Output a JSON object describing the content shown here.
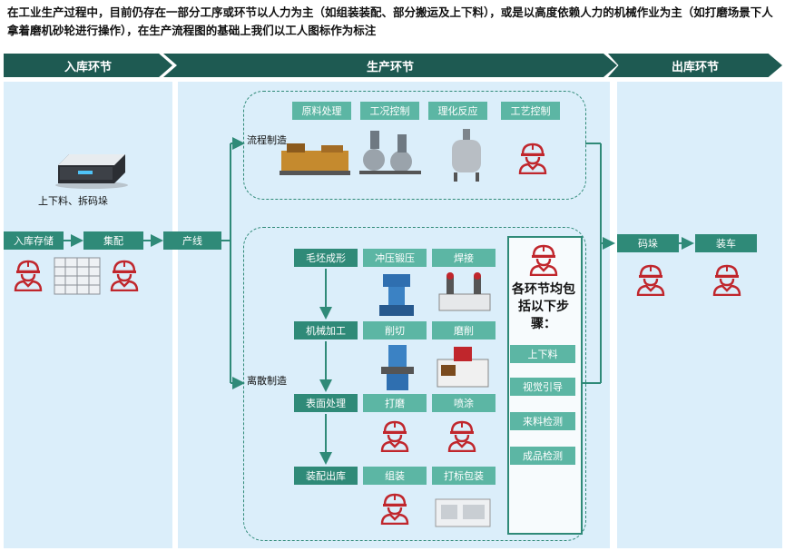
{
  "intro": "在工业生产过程中，目前仍存在一部分工序或环节以人力为主（如组装装配、部分搬运及上下料），或是以高度依赖人力的机械作业为主（如打磨场景下人拿着磨机砂轮进行操作），在生产流程图的基础上我们以工人图标作为标注",
  "sections": {
    "inbound": "入库环节",
    "production": "生产环节",
    "outbound": "出库环节"
  },
  "inbound": {
    "agv_caption": "上下料、拆码垛",
    "storage": "入库存储",
    "kitting": "集配"
  },
  "production": {
    "line": "产线",
    "process_label": "流程制造",
    "process_steps": [
      "原料处理",
      "工况控制",
      "理化反应",
      "工艺控制"
    ],
    "discrete_label": "离散制造",
    "discrete_stages": [
      {
        "stage": "毛坯成形",
        "steps": [
          "冲压锻压",
          "焊接"
        ]
      },
      {
        "stage": "机械加工",
        "steps": [
          "削切",
          "磨削"
        ]
      },
      {
        "stage": "表面处理",
        "steps": [
          "打磨",
          "喷涂"
        ]
      },
      {
        "stage": "装配出库",
        "steps": [
          "组装",
          "打标包装"
        ]
      }
    ],
    "common_title": "各环节均包括以下步骤：",
    "common_steps": [
      "上下料",
      "视觉引导",
      "来料检测",
      "成品检测"
    ]
  },
  "outbound": {
    "palletize": "码垛",
    "loading": "装车"
  },
  "colors": {
    "header": "#1e5a52",
    "button": "#2f8a78",
    "button_light": "#5cb6a4",
    "panel": "#dbeefa",
    "worker": "#c0262c"
  },
  "icons": [
    "worker-icon",
    "agv-robot-icon",
    "machine-image"
  ]
}
